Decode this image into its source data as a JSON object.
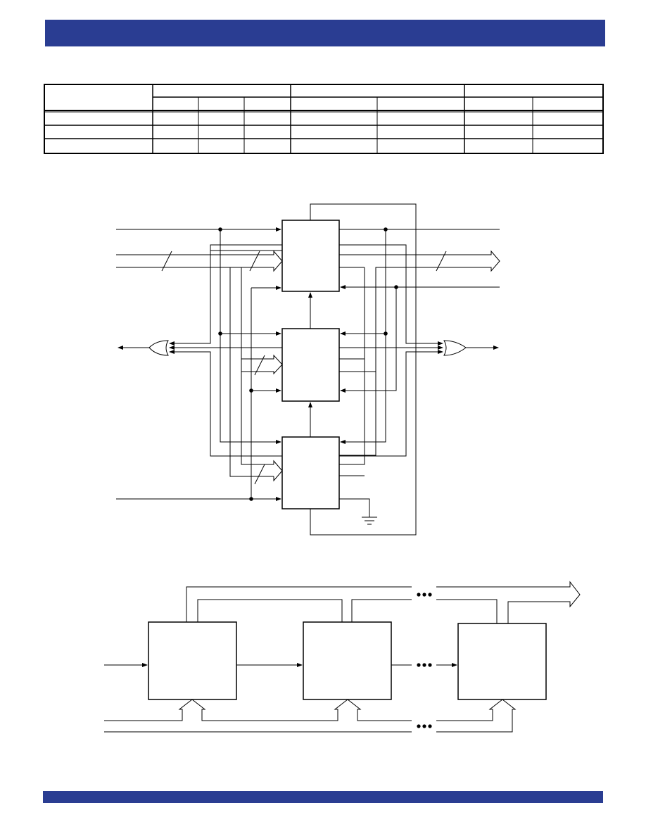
{
  "page": {
    "header_band_color": "#2a3d92",
    "footer_band_color": "#2a3d92",
    "line_color": "#000000"
  },
  "table": {
    "column_groups": 3,
    "sub_columns_per_group": [
      3,
      2,
      2
    ],
    "body_rows": 3,
    "cells_text": []
  },
  "figure_1": {
    "blocks": 3,
    "or_gates": 2,
    "labels": []
  },
  "figure_2": {
    "blocks": 3,
    "continuation_marks": [
      "•••",
      "•••",
      "•••"
    ],
    "labels": []
  }
}
